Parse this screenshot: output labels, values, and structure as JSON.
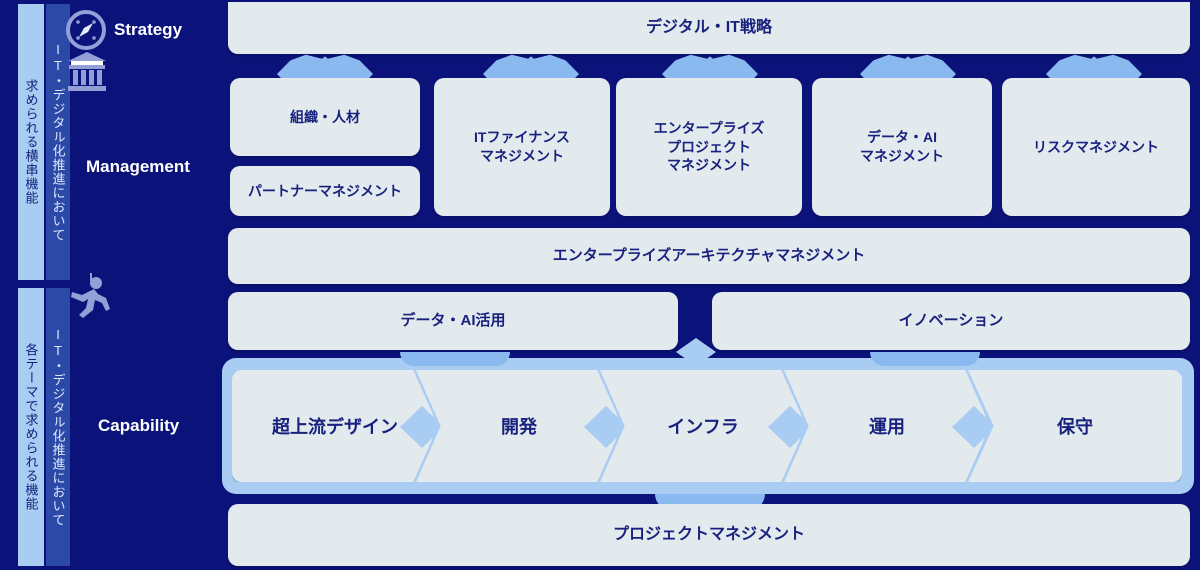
{
  "colors": {
    "background": "#0b1279",
    "box_fill": "#e3eaee",
    "box_text": "#18227e",
    "light_blue": "#a9cdf2",
    "connector_blue": "#8ab9f0",
    "strip_dark": "#2c49a8",
    "label_text": "#ffffff",
    "icon": "#93a0d8"
  },
  "left_brackets": [
    {
      "id": "management-scope",
      "outer_label": "求められる横串機能",
      "inner_label": "IT・デジタル化推進において",
      "icons": [
        "compass-icon",
        "institution-icon"
      ]
    },
    {
      "id": "capability-scope",
      "outer_label": "各テーマで求められる機能",
      "inner_label": "IT・デジタル化推進において",
      "icons": [
        "runner-icon"
      ]
    }
  ],
  "row_labels": [
    {
      "id": "strategy",
      "label": "Strategy",
      "icon": "compass-icon"
    },
    {
      "id": "management",
      "label": "Management",
      "icon": "institution-icon"
    },
    {
      "id": "capability",
      "label": "Capability",
      "icon": "runner-icon"
    }
  ],
  "strategy_row": {
    "title": "デジタル・IT戦略"
  },
  "management_row": {
    "cards": [
      {
        "id": "org-hr-partner",
        "split": true,
        "top": "組織・人材",
        "bottom": "パートナーマネジメント"
      },
      {
        "id": "it-finance-mgmt",
        "split": false,
        "label": "ITファイナンス\nマネジメント"
      },
      {
        "id": "enterprise-project-mgmt",
        "split": false,
        "label": "エンタープライズ\nプロジェクト\nマネジメント"
      },
      {
        "id": "data-ai-mgmt",
        "split": false,
        "label": "データ・AI\nマネジメント"
      },
      {
        "id": "risk-mgmt",
        "split": false,
        "label": "リスクマネジメント"
      }
    ],
    "architecture_band": "エンタープライズアーキテクチャマネジメント"
  },
  "theme_row": {
    "items": [
      {
        "id": "data-ai-usage",
        "label": "データ・AI活用"
      },
      {
        "id": "innovation",
        "label": "イノベーション"
      }
    ]
  },
  "capability_row": {
    "steps": [
      {
        "id": "upstream-design",
        "label": "超上流デザイン"
      },
      {
        "id": "development",
        "label": "開発"
      },
      {
        "id": "infrastructure",
        "label": "インフラ"
      },
      {
        "id": "operations",
        "label": "運用"
      },
      {
        "id": "maintenance",
        "label": "保守"
      }
    ]
  },
  "footer_row": {
    "title": "プロジェクトマネジメント"
  }
}
